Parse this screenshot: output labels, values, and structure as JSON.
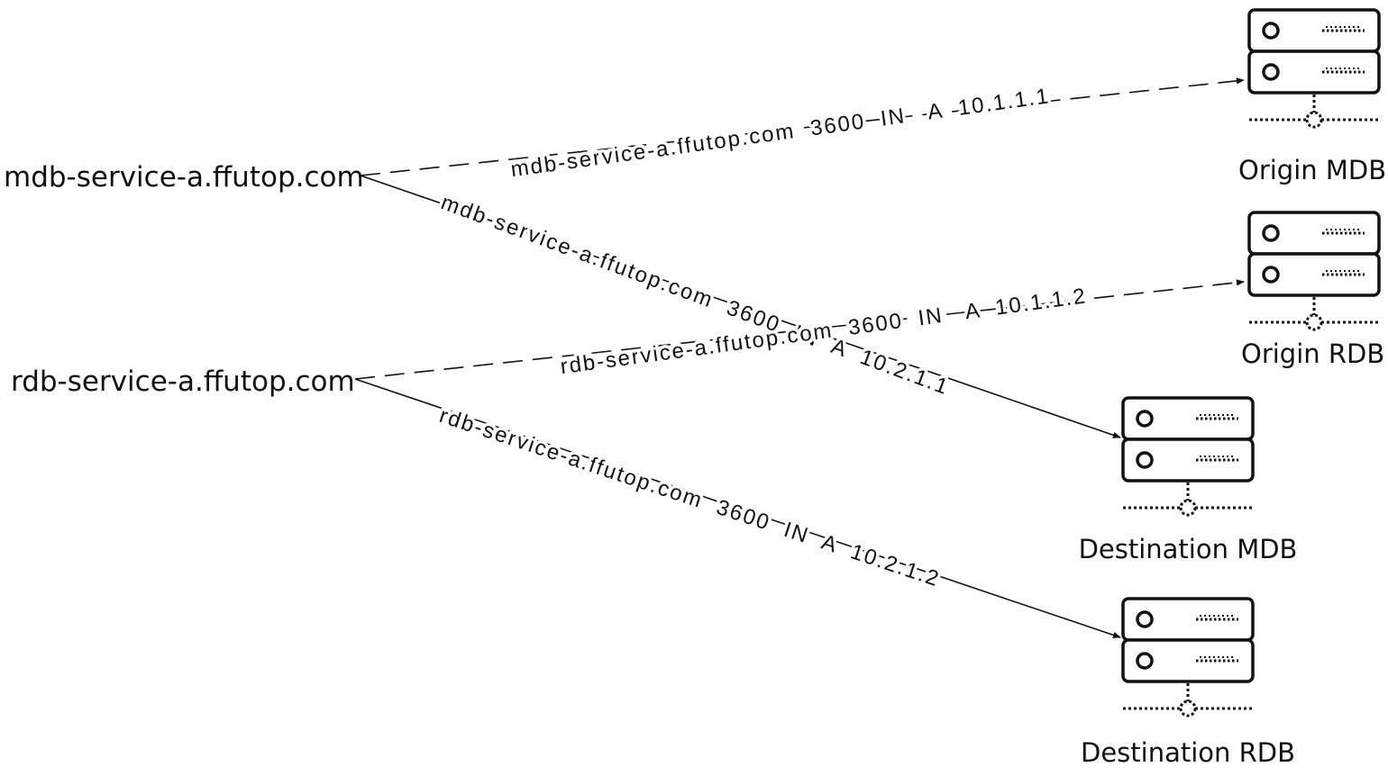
{
  "sources": [
    {
      "id": "mdb",
      "label": "mdb-service-a.ffutop.com"
    },
    {
      "id": "rdb",
      "label": "rdb-service-a.ffutop.com"
    }
  ],
  "servers": [
    {
      "id": "origin-mdb",
      "label": "Origin MDB",
      "icon": "server-icon"
    },
    {
      "id": "origin-rdb",
      "label": "Origin RDB",
      "icon": "server-icon"
    },
    {
      "id": "destination-mdb",
      "label": "Destination MDB",
      "icon": "server-icon"
    },
    {
      "id": "destination-rdb",
      "label": "Destination RDB",
      "icon": "server-icon"
    }
  ],
  "records": [
    {
      "from": "mdb",
      "to": "origin-mdb",
      "style": "dashed",
      "text": "mdb-service-a.ffutop.com  3600  IN   A  10.1.1.1"
    },
    {
      "from": "mdb",
      "to": "destination-mdb",
      "style": "solid",
      "text": "mdb-service-a.ffutop.com  3600  IN  A  10.2.1.1"
    },
    {
      "from": "rdb",
      "to": "origin-rdb",
      "style": "dashed",
      "text": "rdb-service-a.ffutop.com  3600  IN   A  10.1.1.2"
    },
    {
      "from": "rdb",
      "to": "destination-rdb",
      "style": "solid",
      "text": "rdb-service-a.ffutop.com  3600  IN  A  10.2.1.2"
    }
  ],
  "colors": {
    "stroke": "#111111",
    "background": "#ffffff"
  }
}
